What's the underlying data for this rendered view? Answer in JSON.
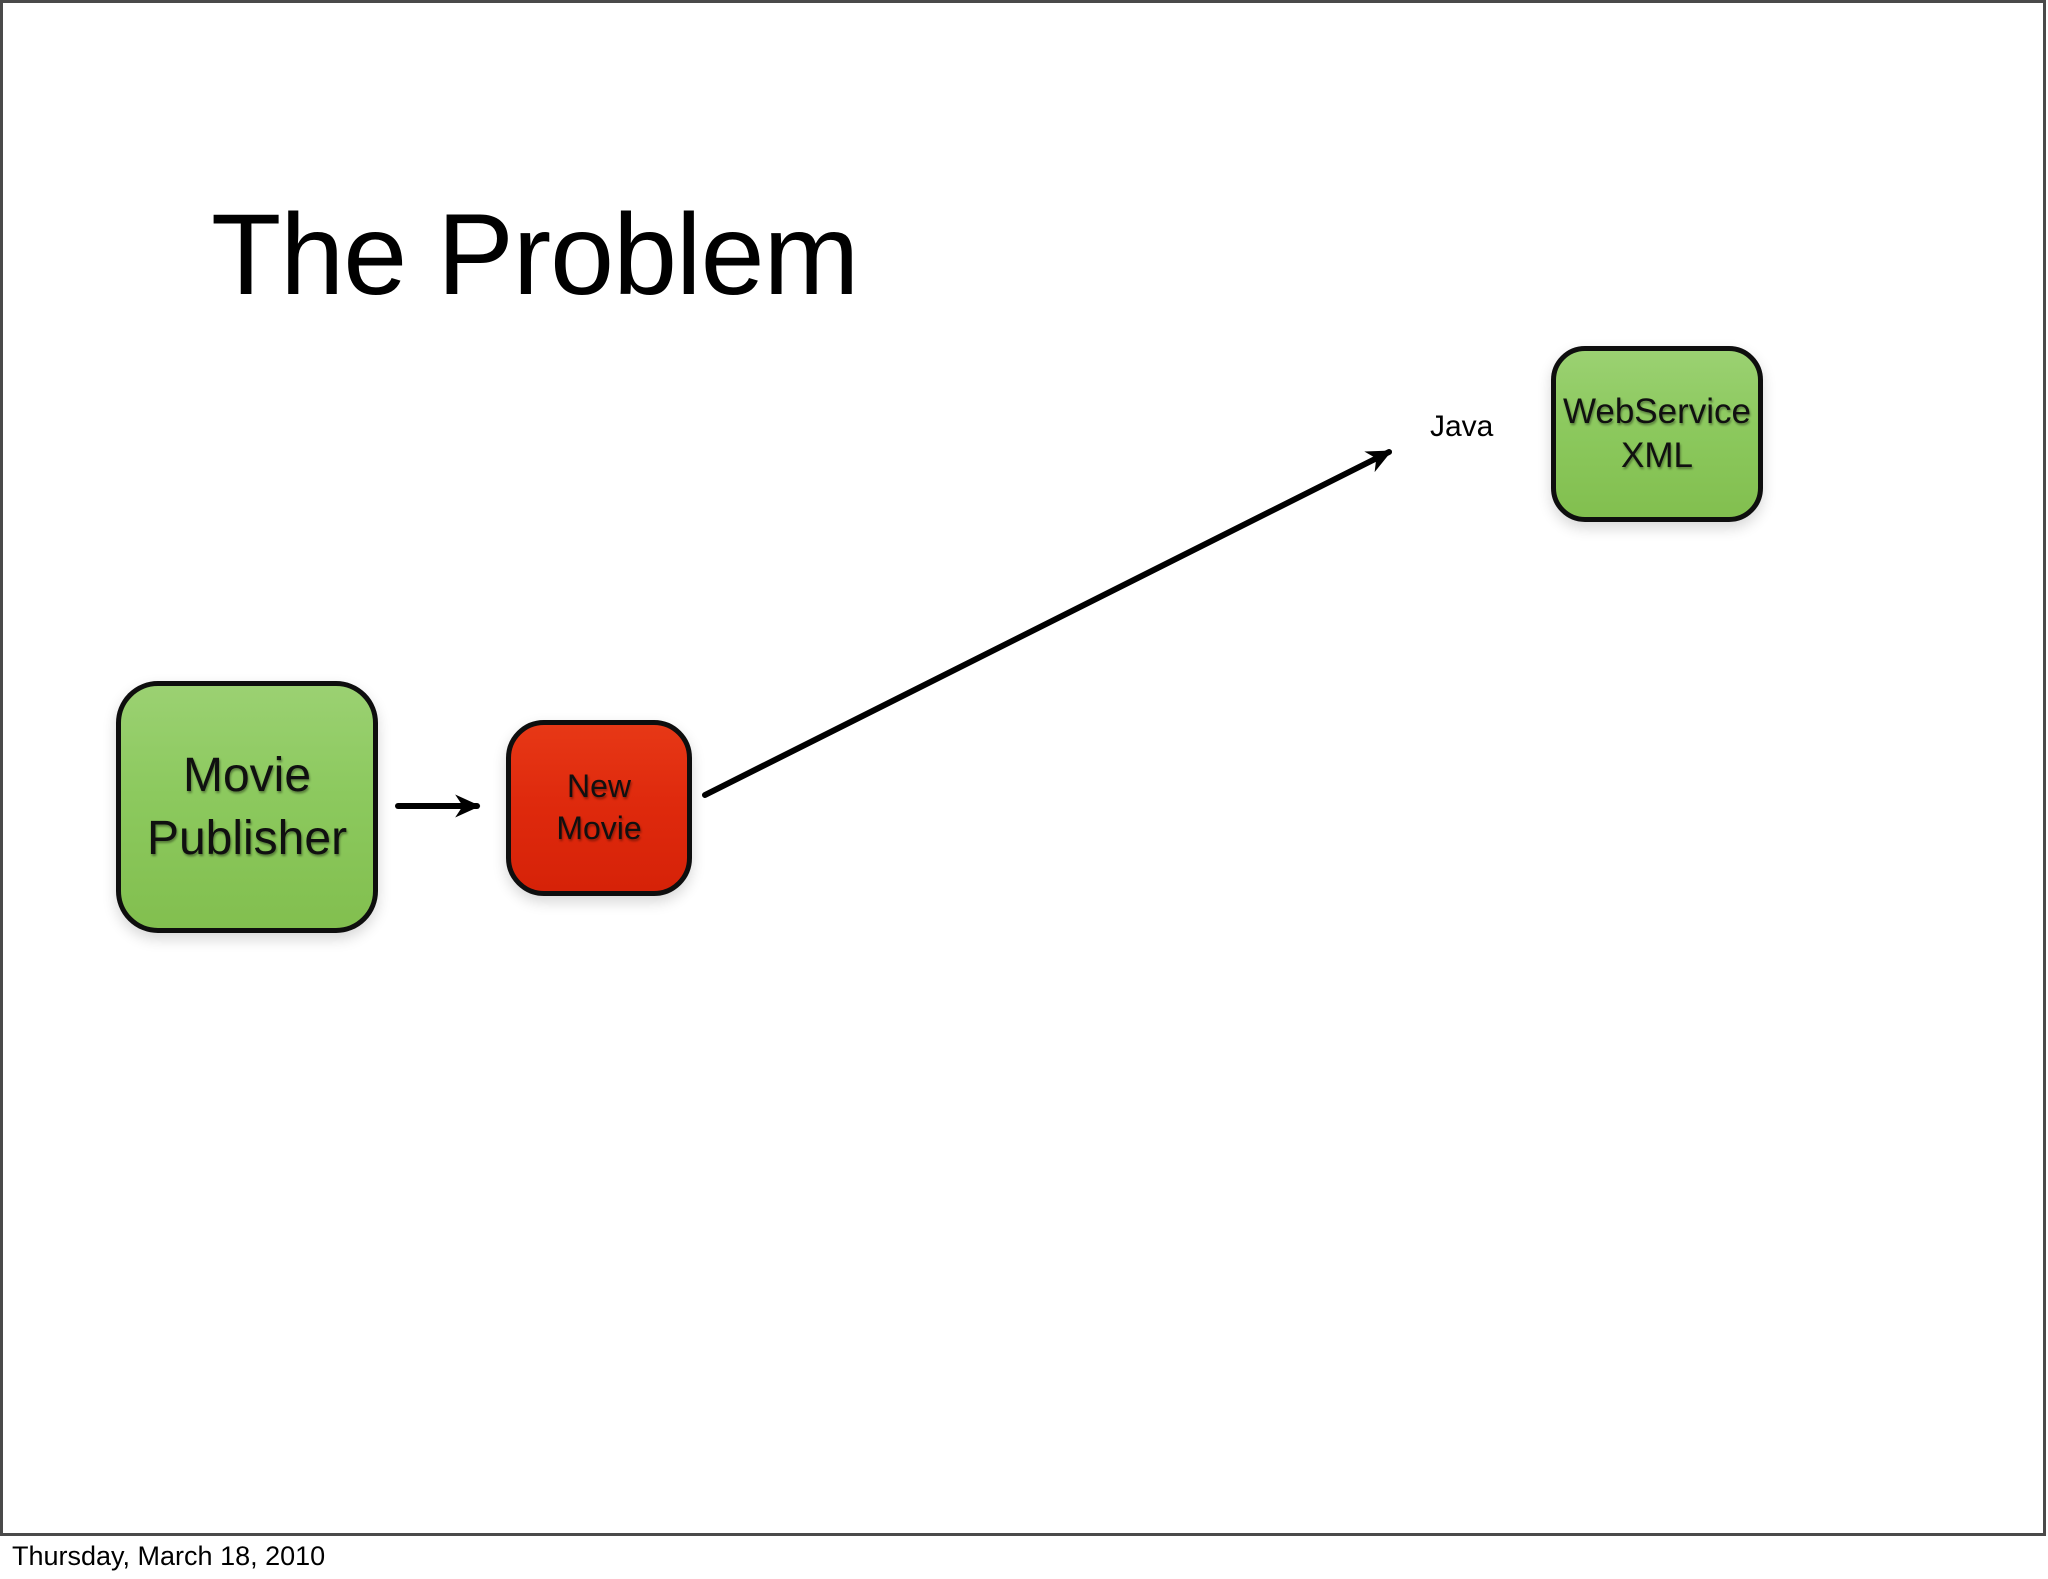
{
  "title": "The Problem",
  "footer": "Thursday, March 18, 2010",
  "nodes": {
    "movie_publisher": {
      "line1": "Movie",
      "line2": "Publisher"
    },
    "new_movie": {
      "line1": "New",
      "line2": "Movie"
    },
    "webservice_xml": {
      "line1": "WebService",
      "line2": "XML"
    }
  },
  "labels": {
    "java": "Java"
  },
  "colors": {
    "green_fill": "#8CC95E",
    "green_fill_top": "#9BD172",
    "green_fill_bottom": "#82BF4F",
    "red_fill": "#DF2A0D",
    "red_fill_top": "#E73816",
    "red_fill_bottom": "#D62208",
    "node_border": "#0E0E0E",
    "frame_border": "#4A4A4A",
    "arrow": "#000000",
    "text": "#000000"
  }
}
